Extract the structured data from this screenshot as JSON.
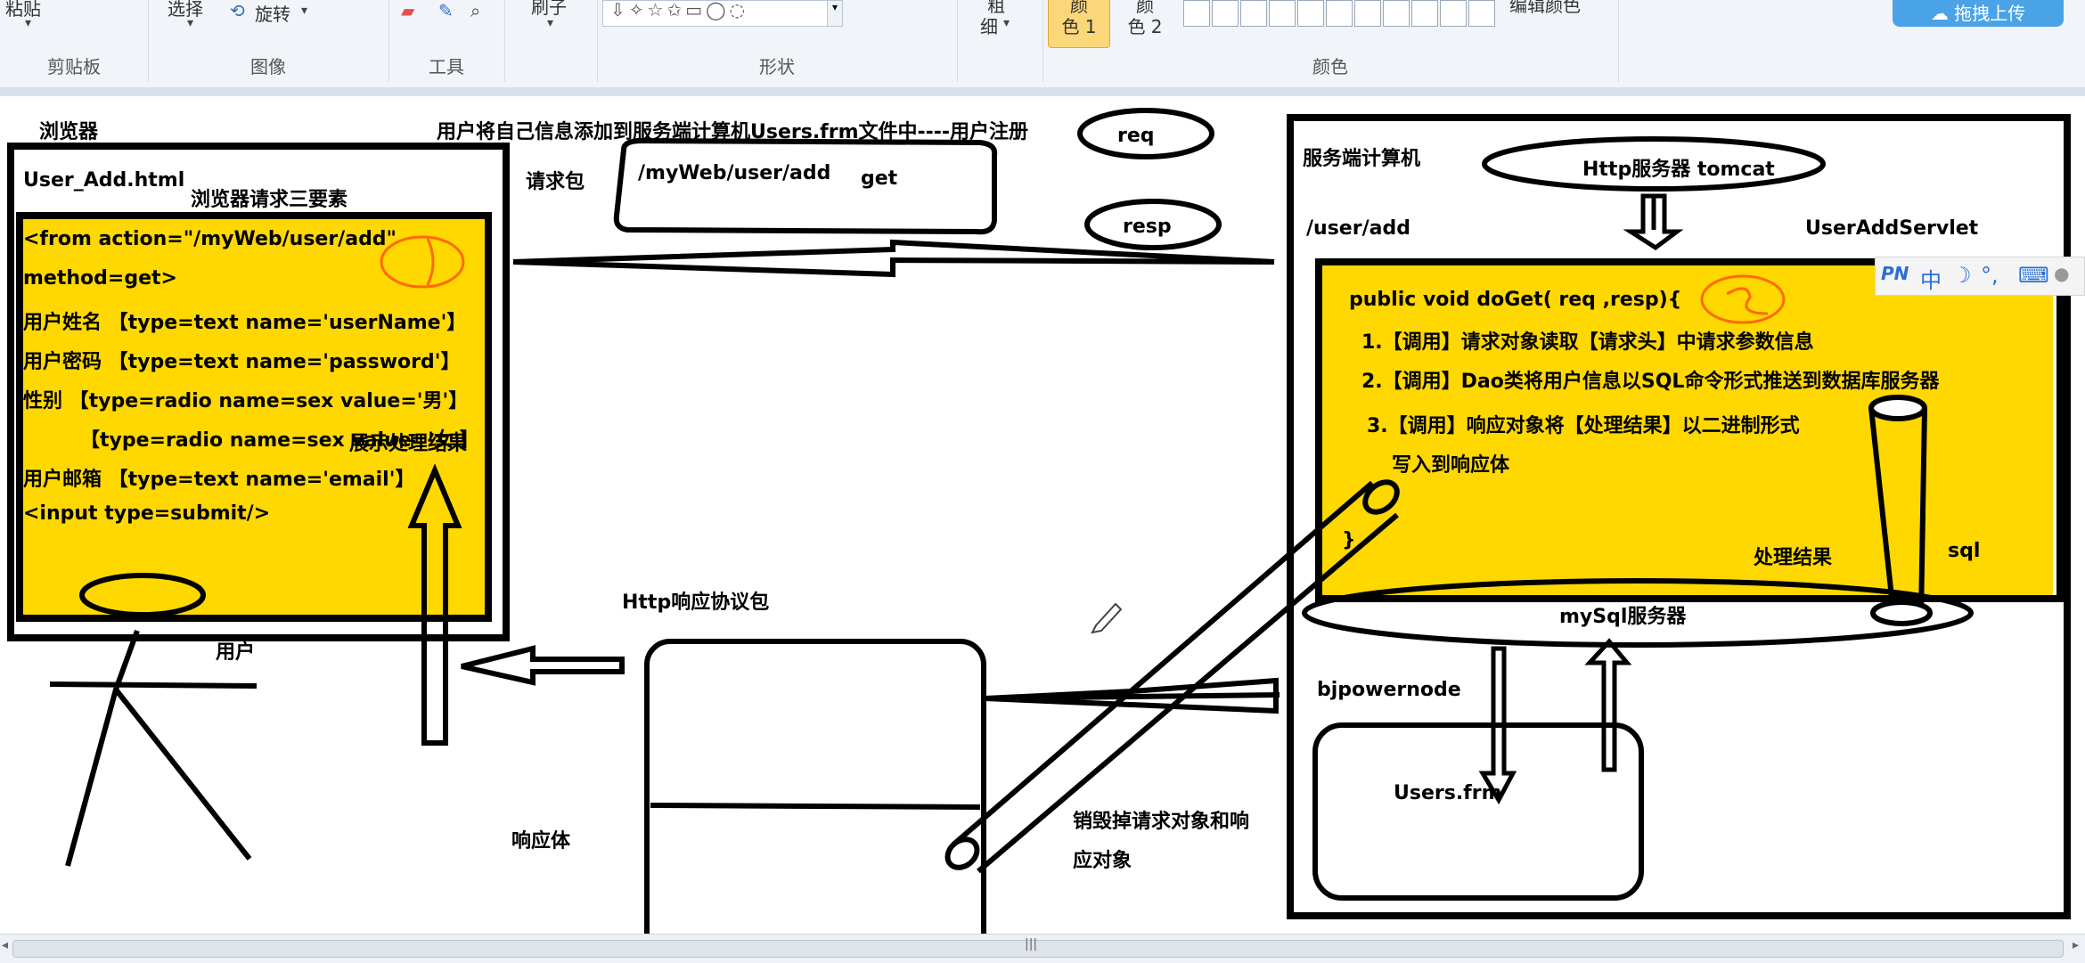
{
  "ribbon": {
    "clipboard": {
      "paste_label": "粘贴",
      "group_label": "剪贴板"
    },
    "image": {
      "select_label": "选择",
      "rotate_label": "旋转",
      "group_label": "图像"
    },
    "tools": {
      "group_label": "工具"
    },
    "brushes": {
      "label": "刷子"
    },
    "shapes": {
      "group_label": "形状"
    },
    "size": {
      "label_line1": "粗",
      "label_line2": "细"
    },
    "colors": {
      "color1_line1": "颜",
      "color1_line2": "色 1",
      "color2_line1": "颜",
      "color2_line2": "色 2",
      "edit_label": "编辑颜色",
      "group_label": "颜色",
      "accent": "#fcd77a"
    },
    "upload_label": "拖拽上传"
  },
  "drawing": {
    "title": "用户将自己信息添加到服务端计算机Users.frm文件中----用户注册",
    "browser": {
      "label": "浏览器",
      "filename": "User_Add.html",
      "req_three": "浏览器请求三要素",
      "form_lines": [
        "<from action=\"/myWeb/user/add\"",
        "method=get>",
        "用户姓名 【type=text  name='userName'】",
        "用户密码 【type=text name='password'】",
        "性别 【type=radio name=sex value='男'】",
        "【type=radio name=sex value='女'】",
        "用户邮箱 【type=text name='email'】",
        "<input type=submit/>"
      ],
      "display_result": "展示处理结果"
    },
    "request_packet": {
      "label": "请求包",
      "path": "/myWeb/user/add",
      "method": "get"
    },
    "req_label": "req",
    "resp_label": "resp",
    "server": {
      "label": "服务端计算机",
      "http_server": "Http服务器 tomcat",
      "path": "/user/add",
      "servlet": "UserAddServlet",
      "method_sig": "public  void   doGet( req ,resp){",
      "steps": [
        "1.【调用】请求对象读取【请求头】中请求参数信息",
        "2.【调用】Dao类将用户信息以SQL命令形式推送到数据库服务器",
        "3.【调用】响应对象将【处理结果】以二进制形式",
        "写入到响应体"
      ],
      "close_brace": "}",
      "result_label": "处理结果",
      "sql_label": "sql",
      "mysql": "mySql服务器",
      "db_name": "bjpowernode",
      "table_file": "Users.frm"
    },
    "response": {
      "label": "Http响应协议包",
      "body_label": "响应体"
    },
    "destroy_note_line1": "销毁掉请求对象和响",
    "destroy_note_line2": "应对象",
    "user_label": "用户",
    "highlight_color": "#ffd800"
  },
  "ime": {
    "brand": "PN",
    "mode": "中",
    "moon": "☽",
    "punct": "°,",
    "keyboard": "⌨",
    "user": "👤"
  }
}
